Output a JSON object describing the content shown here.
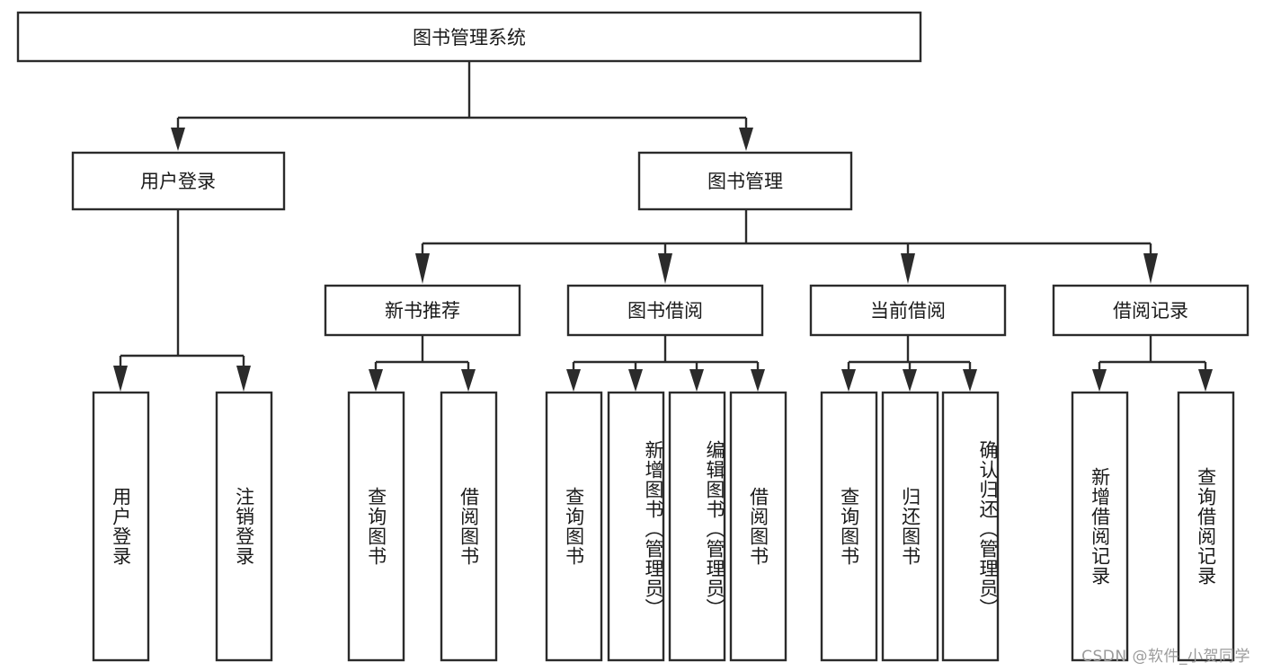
{
  "diagram": {
    "type": "hierarchy-tree",
    "title": "图书管理系统",
    "orientation": "top-down",
    "watermark": "CSDN @软件_小贺同学",
    "root": {
      "id": "root",
      "label": "图书管理系统"
    },
    "level2": [
      {
        "id": "user-login",
        "label": "用户登录"
      },
      {
        "id": "book-management",
        "label": "图书管理"
      }
    ],
    "level3": [
      {
        "id": "new-book-recommend",
        "label": "新书推荐",
        "parent": "book-management"
      },
      {
        "id": "book-borrow",
        "label": "图书借阅",
        "parent": "book-management"
      },
      {
        "id": "current-borrow",
        "label": "当前借阅",
        "parent": "book-management"
      },
      {
        "id": "borrow-record",
        "label": "借阅记录",
        "parent": "book-management"
      }
    ],
    "leaves": {
      "user-login": [
        {
          "id": "leaf-user-login",
          "label": "用户登录"
        },
        {
          "id": "leaf-user-logout",
          "label": "注销登录"
        }
      ],
      "new-book-recommend": [
        {
          "id": "leaf-query-book-1",
          "label": "查询图书"
        },
        {
          "id": "leaf-borrow-book-1",
          "label": "借阅图书"
        }
      ],
      "book-borrow": [
        {
          "id": "leaf-query-book-2",
          "label": "查询图书"
        },
        {
          "id": "leaf-add-book",
          "label": "新增图书（管理员）"
        },
        {
          "id": "leaf-edit-book",
          "label": "编辑图书（管理员）"
        },
        {
          "id": "leaf-borrow-book-2",
          "label": "借阅图书"
        }
      ],
      "current-borrow": [
        {
          "id": "leaf-query-book-3",
          "label": "查询图书"
        },
        {
          "id": "leaf-return-book",
          "label": "归还图书"
        },
        {
          "id": "leaf-confirm-return",
          "label": "确认归还（管理员）"
        }
      ],
      "borrow-record": [
        {
          "id": "leaf-add-record",
          "label": "新增借阅记录"
        },
        {
          "id": "leaf-query-record",
          "label": "查询借阅记录"
        }
      ]
    },
    "colors": {
      "stroke": "#2b2b2b",
      "fill": "#ffffff",
      "text": "#1a1a1a",
      "watermark": "#9b9b9b"
    }
  }
}
